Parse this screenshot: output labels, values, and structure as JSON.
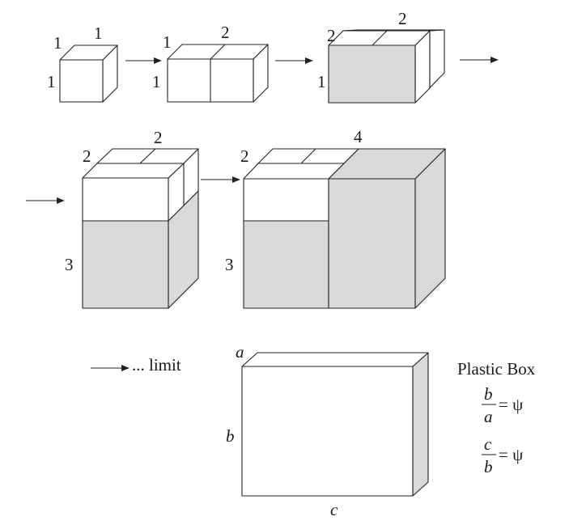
{
  "colors": {
    "white": "#ffffff",
    "shaded": "#d9d9d9",
    "edge": "#222222"
  },
  "stage1": {
    "w": "1",
    "d": "1",
    "h": "1"
  },
  "stage2": {
    "w": "2",
    "d": "1",
    "h": "1"
  },
  "stage3": {
    "w": "2",
    "d": "2",
    "h": "1"
  },
  "stage4": {
    "w": "2",
    "d": "2",
    "h": "3"
  },
  "stage5": {
    "w": "4",
    "d": "2",
    "h": "3"
  },
  "limit_text": "... limit",
  "final_box": {
    "a": "a",
    "b": "b",
    "c": "c"
  },
  "plastic": {
    "title": "Plastic Box",
    "eq1": {
      "num": "b",
      "den": "a",
      "rhs": "= ψ"
    },
    "eq2": {
      "num": "c",
      "den": "b",
      "rhs": "= ψ"
    }
  }
}
